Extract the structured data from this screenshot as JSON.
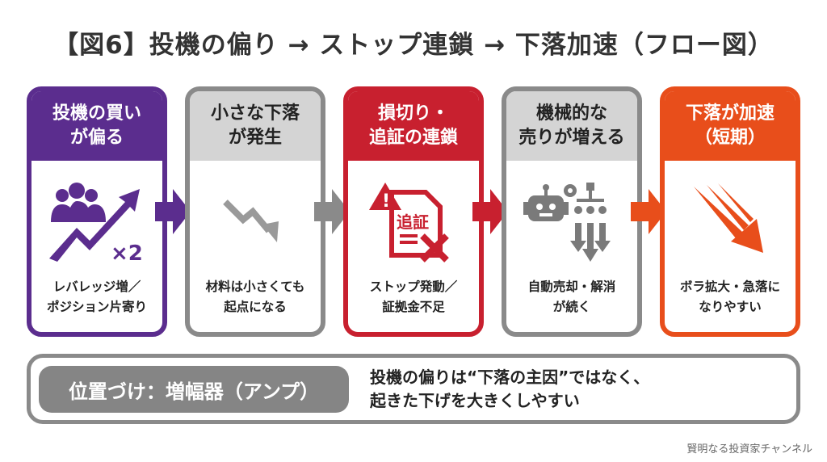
{
  "title": "【図6】投機の偏り → ストップ連鎖 → 下落加速（フロー図）",
  "colors": {
    "purple": "#5b2d8e",
    "gray": "#8a8a8a",
    "gray_header": "#d4d4d4",
    "red": "#c8202f",
    "orange": "#e84e1b"
  },
  "steps": [
    {
      "header": "投機の買い\nが偏る",
      "icon": "crowd-rising-arrow-icon",
      "icon_text": "×2",
      "desc": "レバレッジ増／\nポジション片寄り"
    },
    {
      "header": "小さな下落\nが発生",
      "icon": "zigzag-down-arrow-icon",
      "desc": "材料は小さくても\n起点になる"
    },
    {
      "header": "損切り・\n追証の連鎖",
      "icon": "margin-call-document-icon",
      "icon_text": "追証",
      "desc": "ストップ発動／\n証拠金不足"
    },
    {
      "header": "機械的な\n売りが増える",
      "icon": "robot-algorithm-icon",
      "desc": "自動売却・解消\nが続く"
    },
    {
      "header": "下落が加速\n（短期）",
      "icon": "fast-falling-arrow-icon",
      "desc": "ボラ拡大・急落に\nなりやすい"
    }
  ],
  "summary": {
    "label": "位置づけ：増幅器（アンプ）",
    "note": "投機の偏りは“下落の主因”ではなく、\n起きた下げを大きくしやすい"
  },
  "footer": "賢明なる投資家チャンネル"
}
